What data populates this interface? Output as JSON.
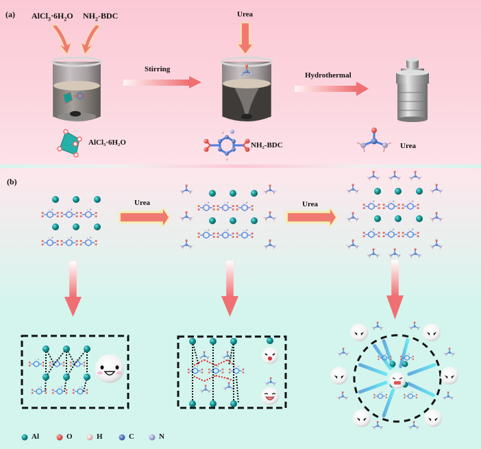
{
  "panel_a": {
    "label": "(a)",
    "reagent_1": "AlCl",
    "reagent_1_sub": "3",
    "reagent_1_rest": "·6H",
    "reagent_1_sub2": "2",
    "reagent_1_end": "O",
    "reagent_2": "NH",
    "reagent_2_sub": "2",
    "reagent_2_rest": "-BDC",
    "reagent_3": "Urea",
    "step_1": "Stirring",
    "step_2": "Hydrothermal",
    "legend_1": "AlCl₃·6H₂O",
    "legend_2": "NH₂-BDC",
    "legend_3": "Urea"
  },
  "panel_b": {
    "label": "(b)",
    "arrow_1": "Urea",
    "arrow_2": "Urea"
  },
  "atom_legend": [
    {
      "symbol": "Al",
      "color": "#159b9b"
    },
    {
      "symbol": "O",
      "color": "#e0504a"
    },
    {
      "symbol": "H",
      "color": "#f3c3c3"
    },
    {
      "symbol": "C",
      "color": "#4c6fb8"
    },
    {
      "symbol": "N",
      "color": "#9fa6d6"
    }
  ],
  "colors": {
    "arrow": "#f07a72",
    "glow": "#fbeb8a",
    "al_atom": "#159b9b",
    "dashed_box": "#111111",
    "hbond_red": "#e02020",
    "blue_arrow": "#6fb3e6"
  }
}
